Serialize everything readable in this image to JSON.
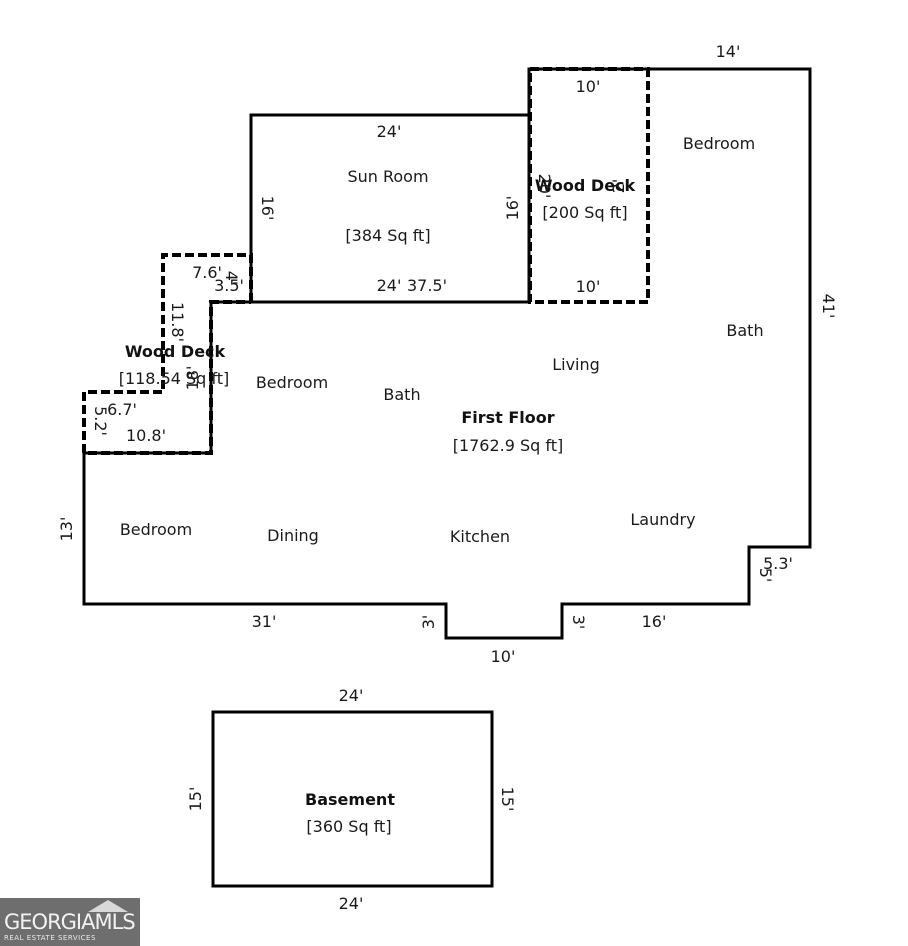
{
  "rooms": {
    "sun_room": {
      "name": "Sun Room",
      "area": "[384 Sq ft]"
    },
    "wood_deck_right": {
      "name": "Wood Deck",
      "area": "[200 Sq ft]"
    },
    "wood_deck_left": {
      "name": "Wood Deck",
      "area": "[118.54 Sq ft]"
    },
    "first_floor": {
      "name": "First Floor",
      "area": "[1762.9 Sq ft]"
    },
    "basement": {
      "name": "Basement",
      "area": "[360 Sq ft]"
    },
    "labels": {
      "bedroom_top_right": "Bedroom",
      "bath_right": "Bath",
      "living": "Living",
      "bedroom_center": "Bedroom",
      "bath_center": "Bath",
      "bedroom_left": "Bedroom",
      "dining": "Dining",
      "kitchen": "Kitchen",
      "laundry": "Laundry"
    }
  },
  "dimensions": {
    "top_right_14": "14'",
    "deck_top_10": "10'",
    "deck_bottom_10": "10'",
    "deck_side_20": "20'",
    "deck_side_2": "2'",
    "sun_top_24": "24'",
    "sun_bottom_24": "24'",
    "span_37_5": "37.5'",
    "sun_left_16": "16'",
    "sun_right_16": "16'",
    "right_wall_41": "41'",
    "deck_left_7_6": "7.6'",
    "deck_left_4": "4'",
    "deck_left_3_5": "3.5'",
    "deck_left_11_8": "11.8'",
    "deck_left_18": "18'",
    "deck_left_6_7": "6.7'",
    "deck_left_5_2": "5.2'",
    "deck_left_10_8": "10.8'",
    "left_wall_13": "13'",
    "bottom_31": "31'",
    "notch_left_3": "3'",
    "notch_right_3": "3'",
    "notch_bottom_10": "10'",
    "bottom_16": "16'",
    "step_5_3": "5.3'",
    "step_5": "5'",
    "basement_top_24": "24'",
    "basement_bottom_24": "24'",
    "basement_left_15": "15'",
    "basement_right_15": "15'"
  },
  "logo": {
    "brand": "GEORGIAMLS",
    "tagline": "REAL ESTATE SERVICES"
  }
}
